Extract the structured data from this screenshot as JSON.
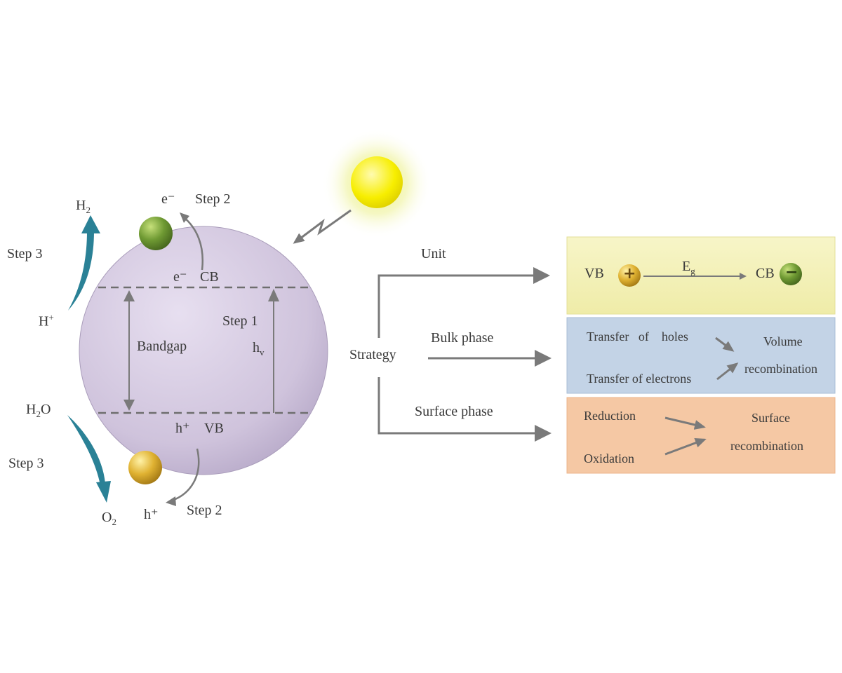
{
  "colors": {
    "particle": "#cfc3dc",
    "arrow_teal": "#2a8196",
    "arrow_grey": "#7a7a7a",
    "electron": "#6a8f2e",
    "hole": "#d4a52a",
    "sun": "#f5ea00",
    "box_unit": "#f3f0b8",
    "box_bulk": "#c4d4e6",
    "box_surface": "#f6c8a3"
  },
  "particle": {
    "cb_label": "CB",
    "vb_label": "VB",
    "electron_label": "e⁻",
    "electron_out_label": "e⁻",
    "hole_label": "h⁺",
    "hole_out_label": "h⁺",
    "bandgap_label": "Bandgap",
    "step1_label": "Step 1",
    "hv_main": "h",
    "hv_sub": "v",
    "step2_top_label": "Step 2",
    "step2_bottom_label": "Step 2",
    "step3_top_label": "Step 3",
    "step3_bottom_label": "Step 3",
    "h2_main": "H",
    "h2_sub": "2",
    "hplus_main": "H",
    "hplus_sup": "+",
    "h2o_main": "H",
    "h2o_sub": "2",
    "h2o_tail": "O",
    "o2_main": "O",
    "o2_sub": "2"
  },
  "strategy": {
    "label": "Strategy",
    "unit_label": "Unit",
    "bulk_label": "Bulk phase",
    "surface_label": "Surface phase"
  },
  "unit_box": {
    "vb": "VB",
    "cb": "CB",
    "eg_main": "E",
    "eg_sub": "g",
    "plus_symbol": "+",
    "minus_symbol": "−"
  },
  "bulk_box": {
    "holes": "Transfer   of    holes",
    "electrons": "Transfer of electrons",
    "result_line1": "Volume",
    "result_line2": "recombination"
  },
  "surface_box": {
    "reduction": "Reduction",
    "oxidation": "Oxidation",
    "result_line1": "Surface",
    "result_line2": "recombination"
  }
}
